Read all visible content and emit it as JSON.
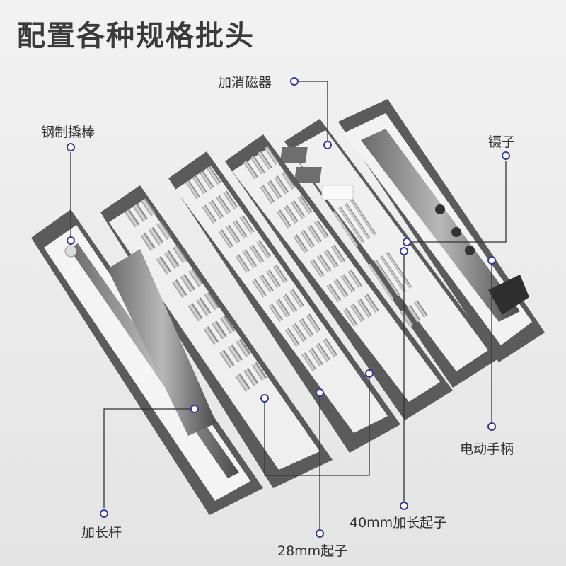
{
  "title": "配置各种规格批头",
  "callouts": {
    "demagnetizer": "加消磁器",
    "pry_bar": "钢制撬棒",
    "tweezers": "镊子",
    "electric_handle": "电动手柄",
    "extension_rod": "加长杆",
    "bit_28mm": "28mm起子",
    "bit_40mm": "40mm加长起子"
  },
  "colors": {
    "accent": "#3b3b9a",
    "tray": "#5b5b5b",
    "insert": "#f4f4f4",
    "title": "#3a3a3a"
  }
}
